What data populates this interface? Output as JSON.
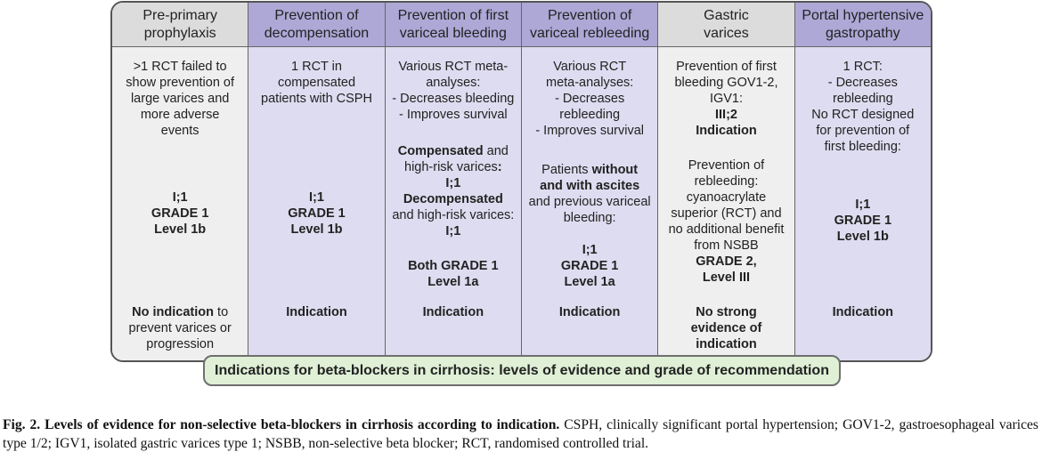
{
  "columns": [
    {
      "header": [
        "Pre-primary",
        "prophylaxis"
      ],
      "top": [
        ">1 RCT failed to",
        "show prevention of",
        "large varices and",
        "more adverse",
        "events"
      ],
      "evidence": [
        "I;1",
        "GRADE 1",
        "Level 1b"
      ],
      "indication": {
        "bold": "No indication",
        "rest": " to",
        "lines": [
          "prevent varices or",
          "progression"
        ]
      }
    },
    {
      "header": [
        "Prevention of",
        "decompensation"
      ],
      "top": [
        "1 RCT in",
        "compensated",
        "patients with CSPH"
      ],
      "evidence": [
        "I;1",
        "GRADE 1",
        "Level 1b"
      ],
      "indication": [
        "Indication"
      ]
    },
    {
      "header": [
        "Prevention of first",
        "variceal bleeding"
      ],
      "top": [
        "Various RCT meta-",
        "analyses:",
        "- Decreases bleeding",
        "- Improves survival"
      ],
      "comp_bold": "Compensated",
      "comp_rest": " and",
      "comp_line2": "high-risk varices",
      "comp_colon": ":",
      "comp_ev": "I;1",
      "decomp_bold": "Decompensated",
      "decomp_line2": "and high-risk varices:",
      "decomp_ev": "I;1",
      "evidence": [
        "Both GRADE 1",
        "Level 1a"
      ],
      "indication": [
        "Indication"
      ]
    },
    {
      "header": [
        "Prevention of",
        "variceal rebleeding"
      ],
      "top": [
        "Various RCT",
        "meta-analyses:",
        "- Decreases",
        "rebleeding",
        "- Improves survival"
      ],
      "patients_a": "Patients ",
      "patients_b": "without",
      "patients_c": "and with ascites",
      "patients_d": "and previous variceal",
      "patients_e": "bleeding:",
      "evidence": [
        "I;1",
        "GRADE 1",
        "Level 1a"
      ],
      "indication": [
        "Indication"
      ]
    },
    {
      "header": [
        "Gastric",
        "varices"
      ],
      "top": [
        "Prevention of first",
        "bleeding GOV1-2,",
        "IGV1:"
      ],
      "top_bold": [
        "III;2",
        "Indication"
      ],
      "mid": [
        "Prevention of",
        "rebleeding:",
        "cyanoacrylate",
        "superior (RCT) and",
        "no additional benefit",
        "from NSBB"
      ],
      "mid_bold": [
        "GRADE 2,",
        "Level III"
      ],
      "indication": [
        "No strong",
        "evidence of",
        "indication"
      ]
    },
    {
      "header": [
        "Portal hypertensive",
        "gastropathy"
      ],
      "top": [
        "1 RCT:",
        "- Decreases",
        "rebleeding",
        "No RCT designed",
        "for prevention of",
        "first bleeding:"
      ],
      "evidence": [
        "I;1",
        "GRADE 1",
        "Level 1b"
      ],
      "indication": [
        "Indication"
      ]
    }
  ],
  "banner": "Indications for beta-blockers in cirrhosis: levels of evidence and grade of recommendation",
  "caption": {
    "label": "Fig. 2. Levels of evidence for non-selective beta-blockers in cirrhosis according to indication.",
    "text": " CSPH, clinically significant portal hypertension; GOV1-2, gastroesophageal varices type 1/2; IGV1, isolated gastric varices type 1; NSBB, non-selective beta blocker; RCT, randomised controlled trial."
  },
  "colors": {
    "gray_header": "#dcdcdc",
    "gray_body": "#efefef",
    "purple_header": "#ada8d6",
    "purple_body": "#dedcf0",
    "banner_bg": "#dff0d6"
  }
}
